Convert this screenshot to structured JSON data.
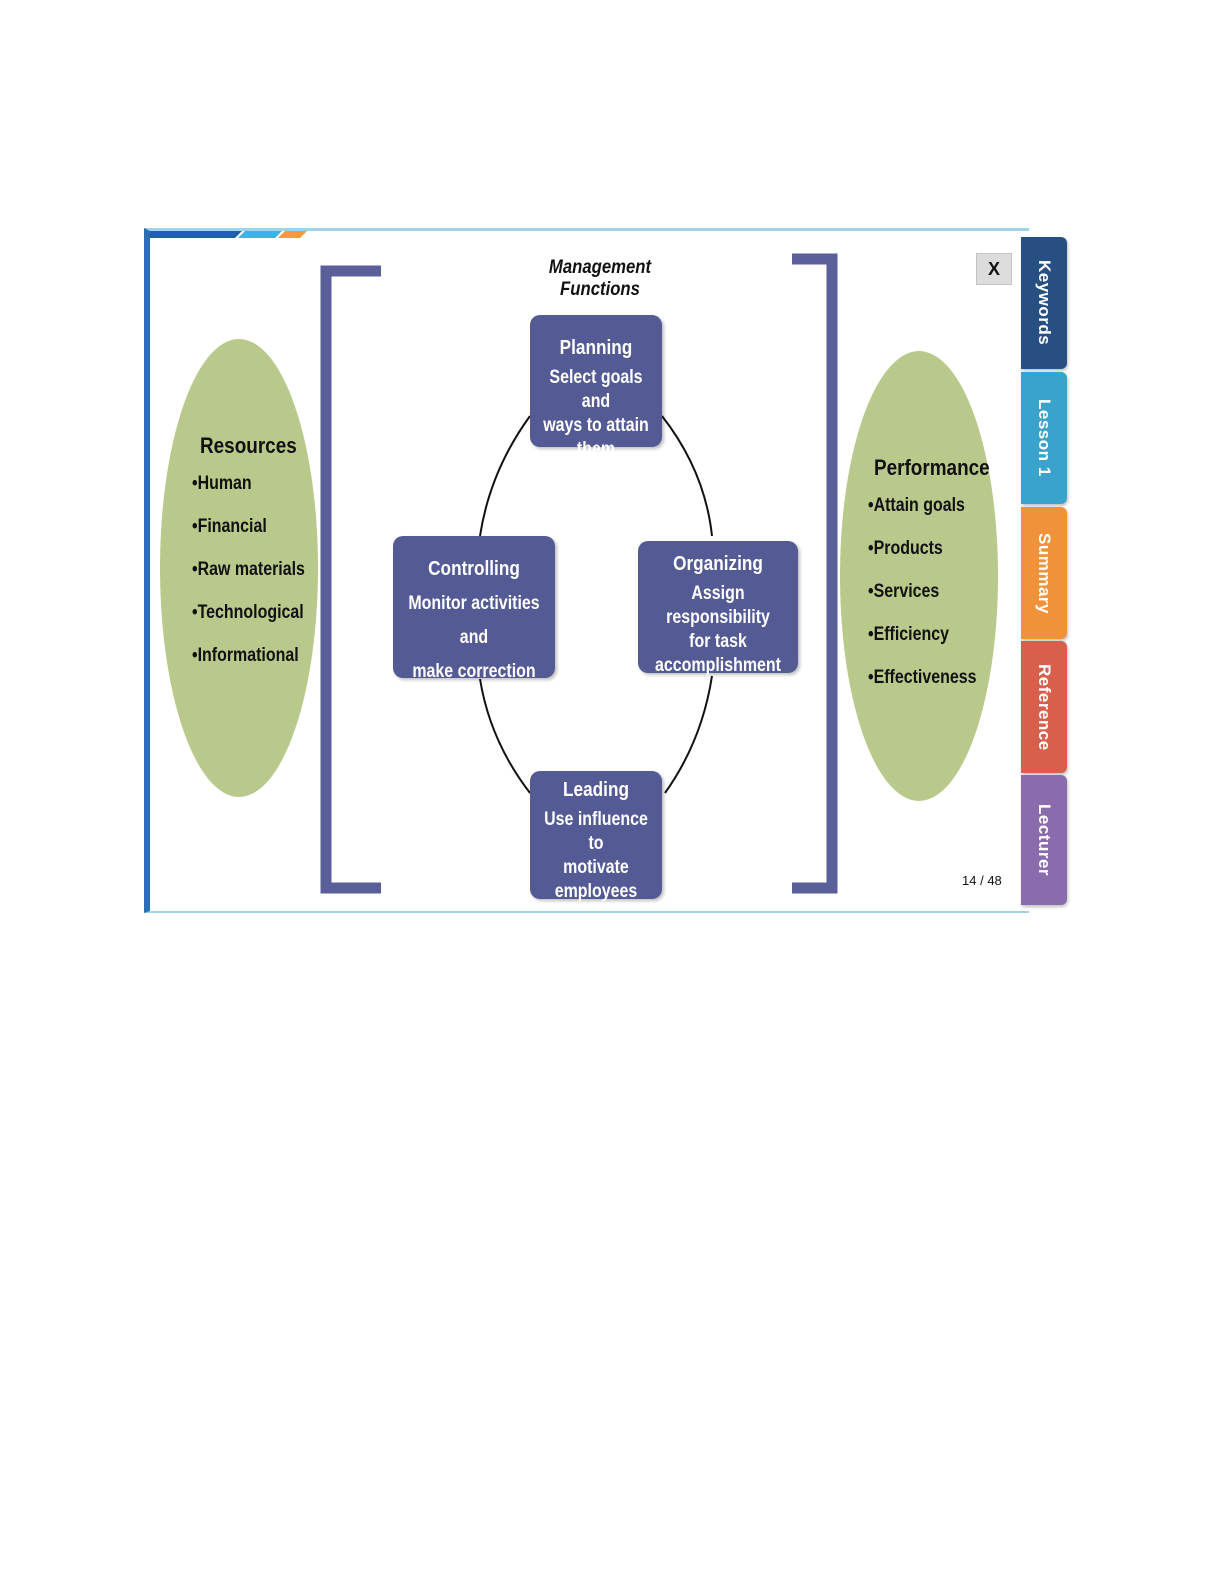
{
  "slide": {
    "title": "Management Functions",
    "close_label": "X",
    "page_current": "14",
    "page_total": "/ 48",
    "resources": {
      "heading": "Resources",
      "items": [
        "•Human",
        "•Financial",
        "•Raw materials",
        "•Technological",
        "•Informational"
      ]
    },
    "performance": {
      "heading": "Performance",
      "items": [
        "•Attain goals",
        "•Products",
        "•Services",
        "•Efficiency",
        "•Effectiveness"
      ]
    },
    "functions": {
      "planning": {
        "name": "Planning",
        "desc": [
          "Select goals and",
          "ways to attain them"
        ]
      },
      "organizing": {
        "name": "Organizing",
        "desc": [
          "Assign responsibility",
          "for task",
          "accomplishment"
        ]
      },
      "leading": {
        "name": "Leading",
        "desc": [
          "Use influence to",
          "motivate",
          "employees"
        ]
      },
      "controlling": {
        "name": "Controlling",
        "desc": [
          "Monitor activities and",
          "make correction"
        ]
      }
    },
    "colors": {
      "box": "#545b94",
      "oval": "#b9c98c",
      "bracket": "#5a5f99"
    }
  },
  "tabs": [
    {
      "label": "Keywords",
      "color": "#284f82"
    },
    {
      "label": "Lesson 1",
      "color": "#3aa3cc"
    },
    {
      "label": "Summary",
      "color": "#f0923a"
    },
    {
      "label": "Reference",
      "color": "#d85f4c"
    },
    {
      "label": "Lecturer",
      "color": "#8a6bab"
    }
  ]
}
